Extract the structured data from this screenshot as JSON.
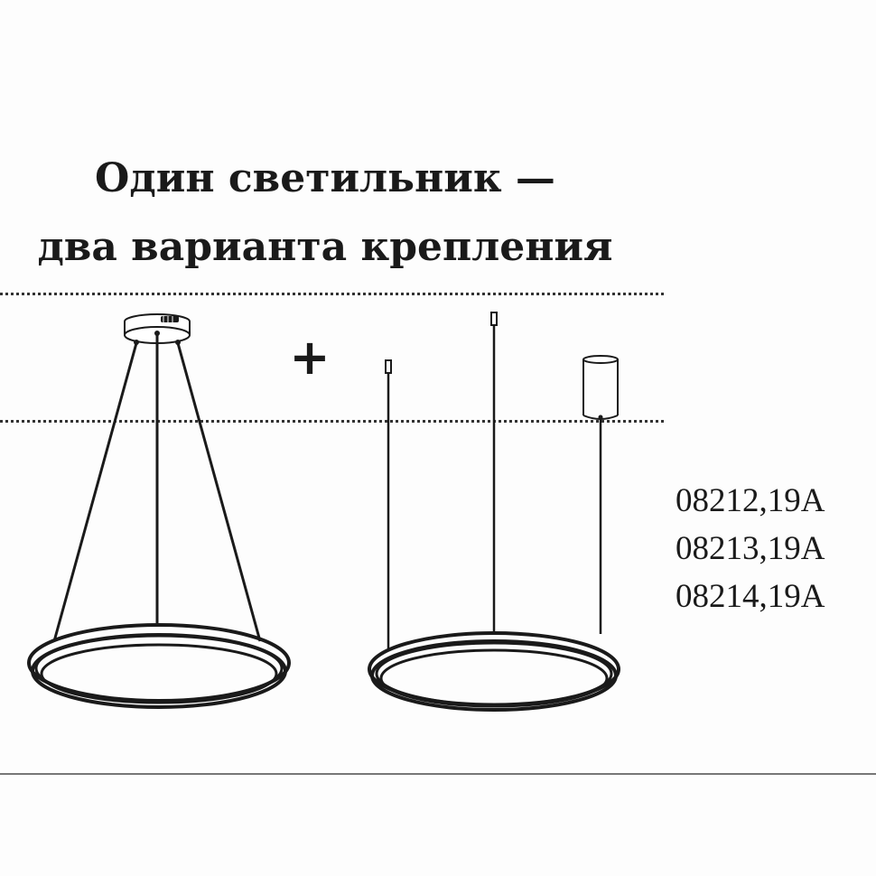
{
  "headline": {
    "line1": "Один светильник —",
    "line2": "два варианта крепления"
  },
  "plus_sign": "+",
  "models": [
    "08212,19A",
    "08213,19A",
    "08214,19A"
  ],
  "colors": {
    "ink": "#1a1a1a",
    "background": "#fdfdfd",
    "dotted_line": "#333333"
  },
  "icons": {
    "variant_a": "ceiling-canopy-ring-pendant-icon",
    "variant_b": "suspended-cable-ring-pendant-icon"
  }
}
